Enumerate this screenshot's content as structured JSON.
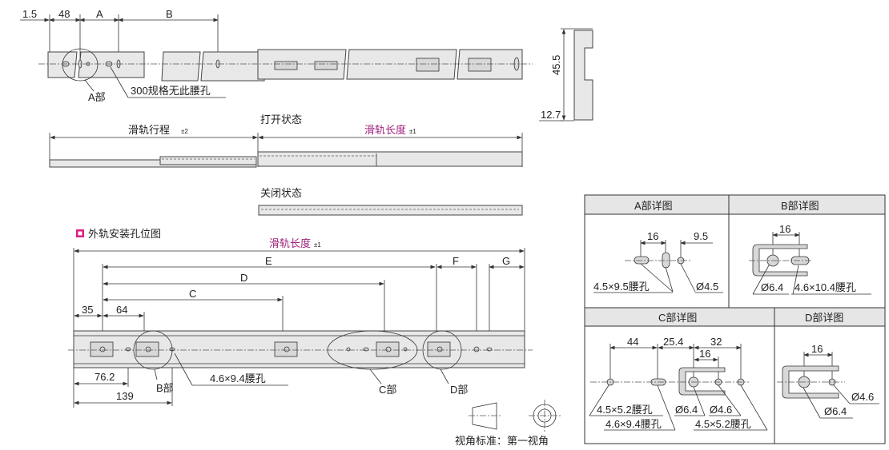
{
  "top_view": {
    "dim_1_5": "1.5",
    "dim_48": "48",
    "dim_A": "A",
    "dim_B": "B",
    "label_A": "A部",
    "note_300": "300规格无此腰孔"
  },
  "side_view": {
    "height": "45.5",
    "width": "12.7"
  },
  "open_state": {
    "title": "打开状态",
    "travel": "滑轨行程",
    "travel_tol": "±2",
    "length": "滑轨长度",
    "length_tol": "±1"
  },
  "closed_state": {
    "title": "关闭状态"
  },
  "mount": {
    "title": "外轨安装孔位图",
    "length": "滑轨长度",
    "length_tol": "±1",
    "E": "E",
    "F": "F",
    "G": "G",
    "D": "D",
    "C": "C",
    "d35": "35",
    "d64": "64",
    "d76": "76.2",
    "d139": "139",
    "slot": "4.6×9.4腰孔",
    "B": "B部",
    "Cp": "C部",
    "Dp": "D部"
  },
  "view": {
    "label": "视角标准：第一视角"
  },
  "details": {
    "A": {
      "title": "A部详图",
      "d16": "16",
      "d95": "9.5",
      "slot": "4.5×9.5腰孔",
      "hole": "Ø4.5"
    },
    "B": {
      "title": "B部详图",
      "d16": "16",
      "hole": "Ø6.4",
      "slot": "4.6×10.4腰孔"
    },
    "C": {
      "title": "C部详图",
      "d44": "44",
      "d254": "25.4",
      "d32": "32",
      "d16": "16",
      "slot1": "4.5×5.2腰孔",
      "slot2": "4.6×9.4腰孔",
      "h64": "Ø6.4",
      "h46": "Ø4.6",
      "slot3": "4.5×5.2腰孔"
    },
    "D": {
      "title": "D部详图",
      "d16": "16",
      "h46": "Ø4.6",
      "h64": "Ø6.4"
    }
  },
  "colors": {
    "accent": "#a0227e",
    "marker": "#e0207f"
  }
}
